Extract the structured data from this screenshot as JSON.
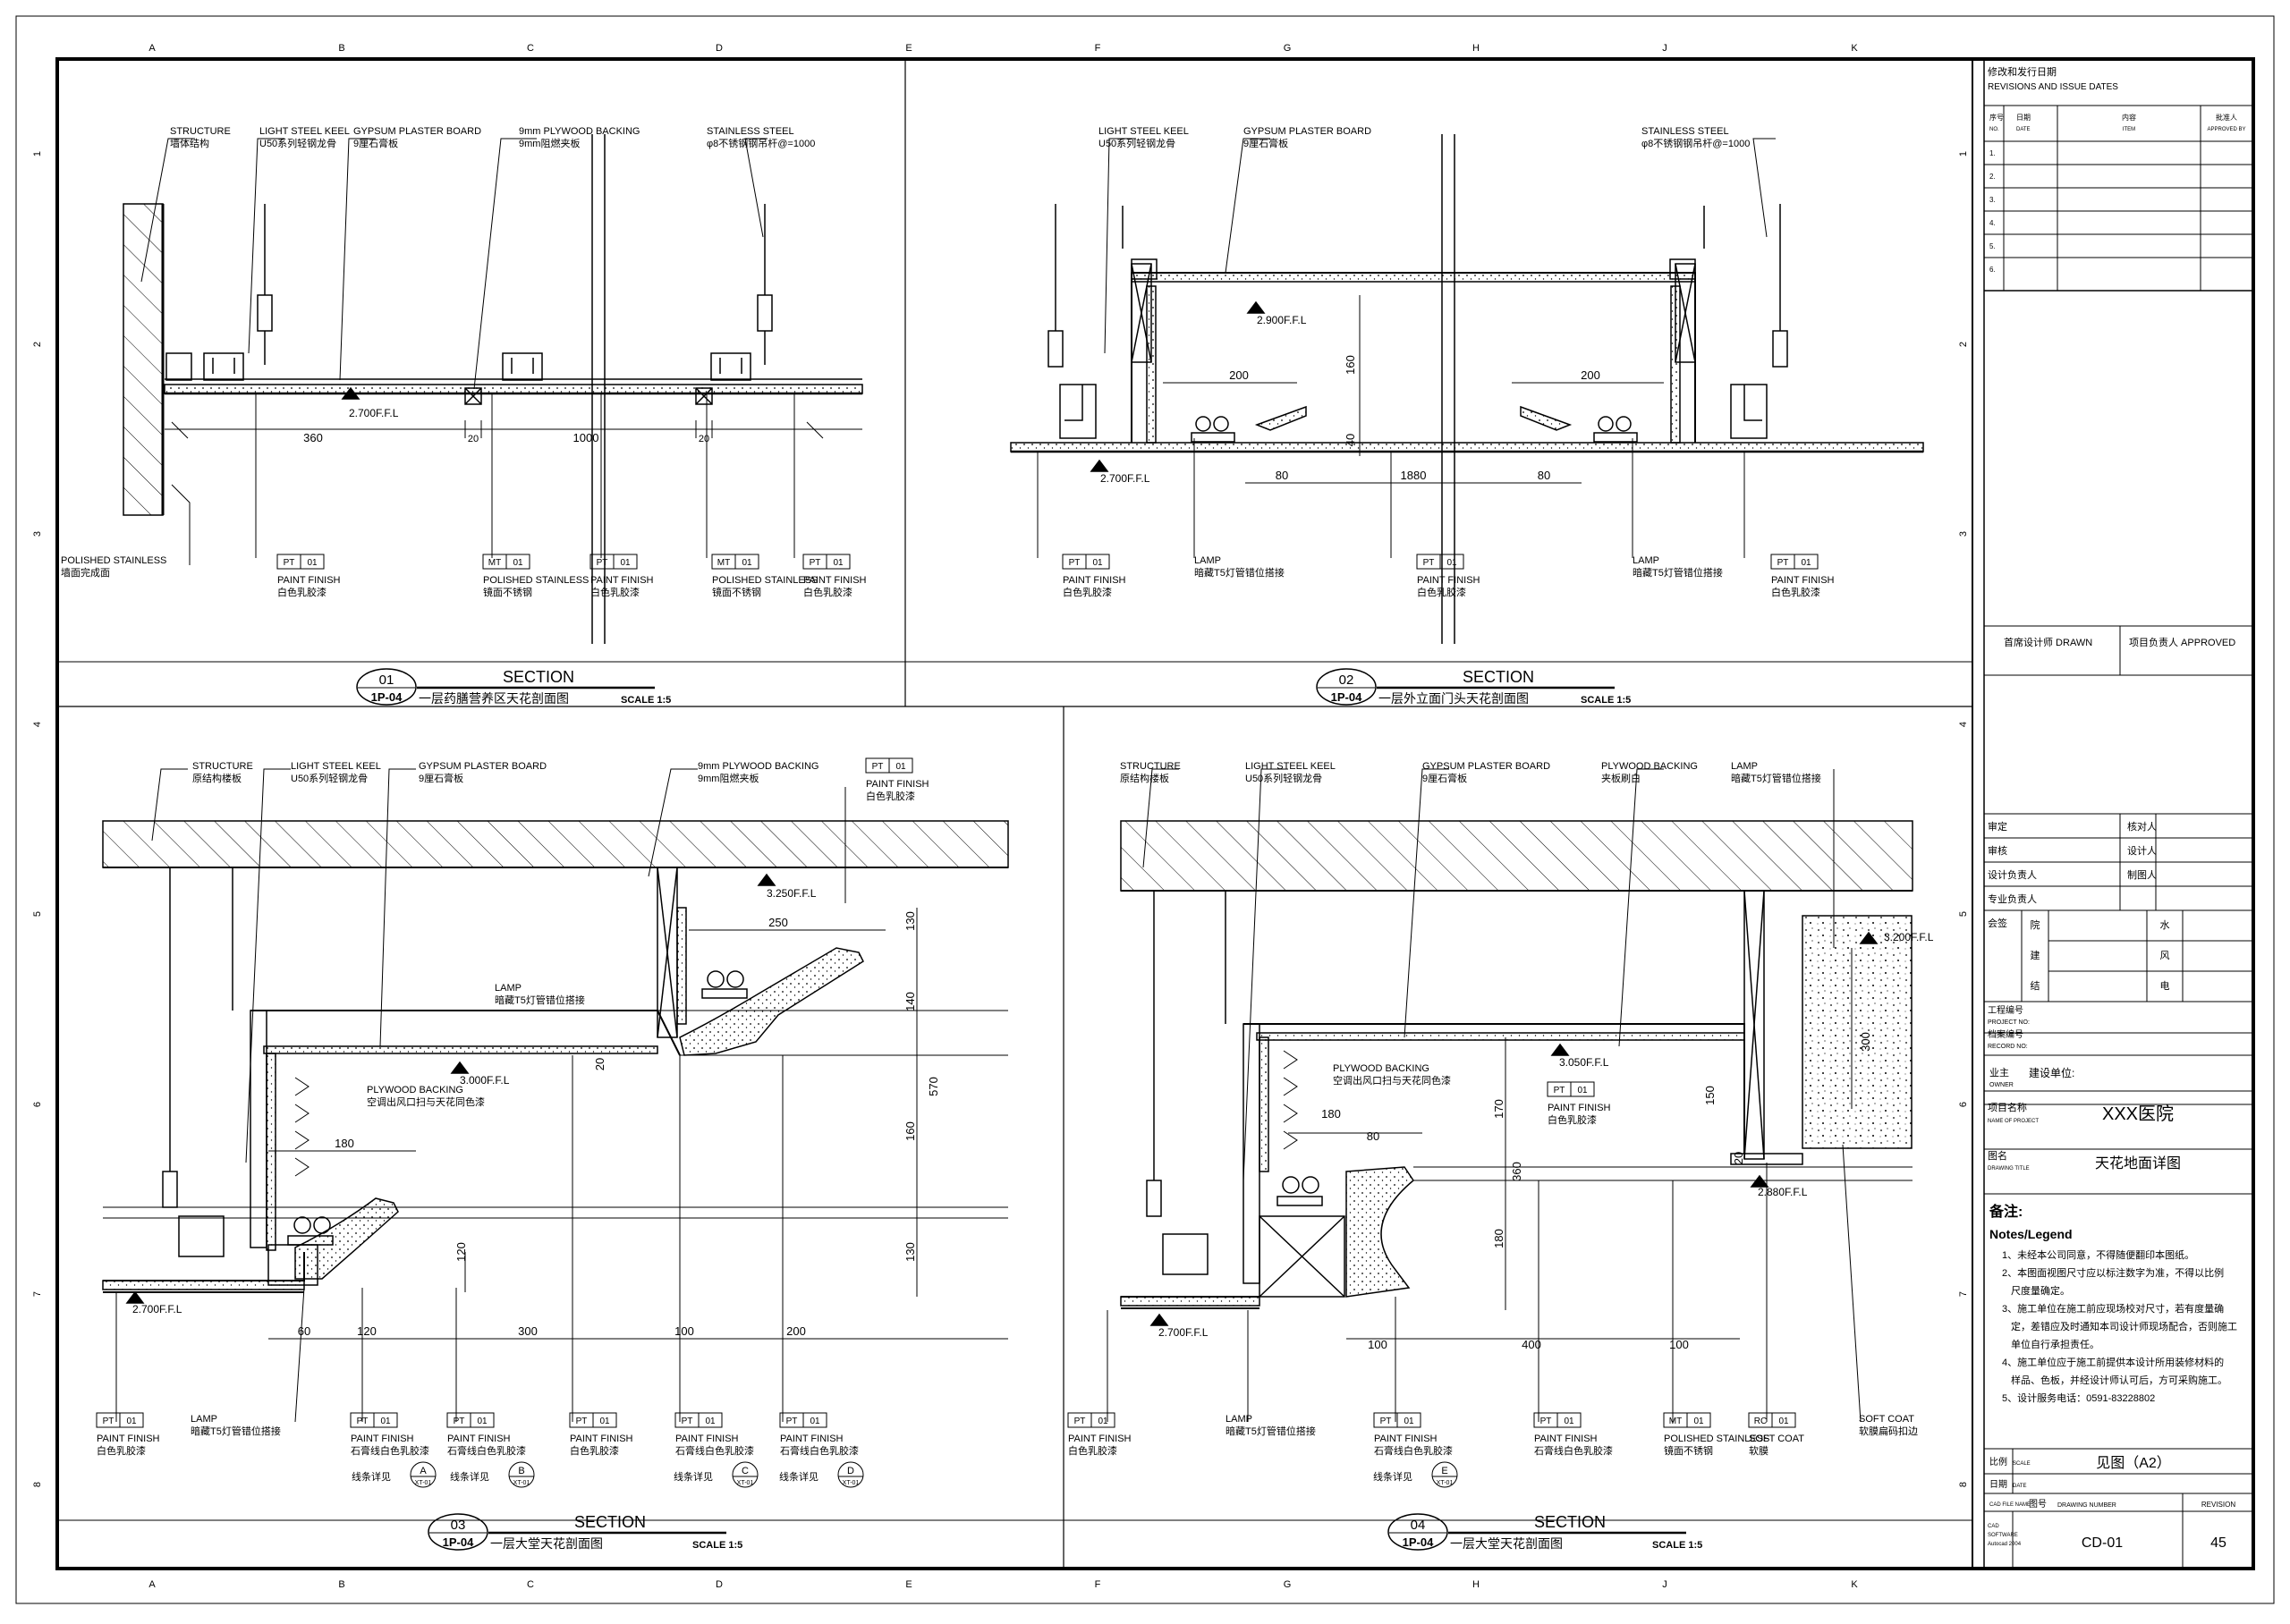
{
  "grid": {
    "cols": [
      "A",
      "B",
      "C",
      "D",
      "E",
      "F",
      "G",
      "H",
      "J",
      "K"
    ],
    "rows": [
      "1",
      "2",
      "3",
      "4",
      "5",
      "6",
      "7",
      "8"
    ]
  },
  "revisions": {
    "title_cn": "修改和发行日期",
    "title_en": "REVISIONS AND ISSUE DATES",
    "headers": [
      {
        "cn": "序号",
        "en": "NO."
      },
      {
        "cn": "日期",
        "en": "DATE"
      },
      {
        "cn": "内容",
        "en": "ITEM"
      },
      {
        "cn": "批准人",
        "en": "APPROVED BY"
      }
    ],
    "rows": [
      "1.",
      "2.",
      "3.",
      "4.",
      "5.",
      "6."
    ]
  },
  "titleblock": {
    "drawn": "首席设计师 DRAWN",
    "approved": "项目负责人 APPROVED",
    "sign_rows": [
      {
        "left": "审定",
        "right": "核对人"
      },
      {
        "left": "审核",
        "right": "设计人"
      },
      {
        "left": "设计负责人",
        "right": "制图人"
      },
      {
        "left": "专业负责人",
        "right": ""
      }
    ],
    "counter": {
      "label": "会签",
      "items": [
        [
          "院",
          "水"
        ],
        [
          "建",
          "风"
        ],
        [
          "结",
          "电"
        ]
      ]
    },
    "project_no": {
      "cn": "工程编号",
      "en": "PROJECT NO:"
    },
    "record_no": {
      "cn": "档案编号",
      "en": "RECORD NO:"
    },
    "owner": {
      "cn": "业主",
      "en": "OWNER",
      "value": "建设单位:"
    },
    "project_name": {
      "cn": "项目名称",
      "en": "NAME OF PROJECT",
      "value": "XXX医院"
    },
    "drawing_title": {
      "cn": "图名",
      "en": "DRAWING TITLE",
      "value": "天花地面详图"
    },
    "notes": {
      "title_cn": "备注:",
      "title_en": "Notes/Legend",
      "items": [
        "1、未经本公司同意，不得随便翻印本图纸。",
        "2、本图面视图尺寸应以标注数字为准，不得以比例",
        "尺度量确定。",
        "3、施工单位在施工前应现场校对尺寸，若有度量确",
        "定，差错应及时通知本司设计师现场配合，否则施工",
        "单位自行承担责任。",
        "4、施工单位应于施工前提供本设计所用装修材料的",
        "样品、色板，并经设计师认可后，方可采购施工。",
        "5、设计服务电话：0591-83228802"
      ]
    },
    "scale": {
      "cn": "比例",
      "en": "SCALE",
      "value": "见图（A2）"
    },
    "date": {
      "cn": "日期",
      "en": "DATE"
    },
    "cad_file": "CAD FILE NAME",
    "drawing_number_label": {
      "cn": "图号",
      "en": "DRAWING NUMBER"
    },
    "revision_label": "REVISION",
    "cad_software": [
      "CAD",
      "SOFTWARE",
      "Autocad 2004"
    ],
    "drawing_number": "CD-01",
    "revision": "45"
  },
  "sections": [
    {
      "num": "01",
      "ref": "1P-04",
      "title": "SECTION",
      "subtitle": "一层药膳营养区天花剖面图",
      "scale": "SCALE 1:5"
    },
    {
      "num": "02",
      "ref": "1P-04",
      "title": "SECTION",
      "subtitle": "一层外立面门头天花剖面图",
      "scale": "SCALE 1:5"
    },
    {
      "num": "03",
      "ref": "1P-04",
      "title": "SECTION",
      "subtitle": "一层大堂天花剖面图",
      "scale": "SCALE 1:5"
    },
    {
      "num": "04",
      "ref": "1P-04",
      "title": "SECTION",
      "subtitle": "一层大堂天花剖面图",
      "scale": "SCALE 1:5"
    }
  ],
  "s1": {
    "labels": [
      {
        "en": "STRUCTURE",
        "cn": "墙体结构"
      },
      {
        "en": "LIGHT STEEL KEEL",
        "cn": "U50系列轻钢龙骨"
      },
      {
        "en": "GYPSUM PLASTER BOARD",
        "cn": "9厘石膏板"
      },
      {
        "en": "9mm PLYWOOD BACKING",
        "cn": "9mm阻燃夹板"
      },
      {
        "en": "STAINLESS STEEL",
        "cn": "φ8不锈钢钢吊杆@=1000"
      }
    ],
    "level": "2.700F.F.L",
    "dims": [
      "360",
      "20",
      "1000",
      "20"
    ],
    "bottom": [
      {
        "en": "POLISHED STAINLESS",
        "cn": "墙面完成面"
      },
      {
        "tag": "PT",
        "code": "01",
        "en": "PAINT FINISH",
        "cn": "白色乳胶漆"
      },
      {
        "tag": "MT",
        "code": "01",
        "en": "POLISHED STAINLESS",
        "cn": "镜面不锈钢"
      },
      {
        "tag": "PT",
        "code": "01",
        "en": "PAINT FINISH",
        "cn": "白色乳胶漆"
      },
      {
        "tag": "MT",
        "code": "01",
        "en": "POLISHED STAINLESS",
        "cn": "镜面不锈钢"
      },
      {
        "tag": "PT",
        "code": "01",
        "en": "PAINT FINISH",
        "cn": "白色乳胶漆"
      }
    ]
  },
  "s2": {
    "labels": [
      {
        "en": "LIGHT STEEL KEEL",
        "cn": "U50系列轻钢龙骨"
      },
      {
        "en": "GYPSUM PLASTER BOARD",
        "cn": "9厘石膏板"
      },
      {
        "en": "STAINLESS STEEL",
        "cn": "φ8不锈钢钢吊杆@=1000"
      }
    ],
    "levels": [
      "2.900F.F.L",
      "2.700F.F.L"
    ],
    "dims": [
      "200",
      "200",
      "160",
      "40",
      "80",
      "1880",
      "80"
    ],
    "bottom": [
      {
        "tag": "PT",
        "code": "01",
        "en": "PAINT FINISH",
        "cn": "白色乳胶漆"
      },
      {
        "en": "LAMP",
        "cn": "暗藏T5灯管错位搭接"
      },
      {
        "tag": "PT",
        "code": "01",
        "en": "PAINT FINISH",
        "cn": "白色乳胶漆"
      },
      {
        "en": "LAMP",
        "cn": "暗藏T5灯管错位搭接"
      },
      {
        "tag": "PT",
        "code": "01",
        "en": "PAINT FINISH",
        "cn": "白色乳胶漆"
      }
    ]
  },
  "s3": {
    "labels": [
      {
        "en": "STRUCTURE",
        "cn": "原结构楼板"
      },
      {
        "en": "LIGHT STEEL KEEL",
        "cn": "U50系列轻钢龙骨"
      },
      {
        "en": "GYPSUM PLASTER BOARD",
        "cn": "9厘石膏板"
      },
      {
        "en": "9mm PLYWOOD BACKING",
        "cn": "9mm阻燃夹板"
      },
      {
        "tag": "PT",
        "code": "01",
        "en": "PAINT FINISH",
        "cn": "白色乳胶漆"
      }
    ],
    "levels": [
      "3.250F.F.L",
      "3.000F.F.L",
      "2.700F.F.L"
    ],
    "lamp": {
      "en": "LAMP",
      "cn": "暗藏T5灯管错位搭接"
    },
    "plywood": {
      "en": "PLYWOOD BACKING",
      "cn": "空调出风口扫与天花同色漆"
    },
    "dims_h": [
      "250",
      "180",
      "60",
      "120",
      "300",
      "100",
      "200"
    ],
    "dims_v": [
      "130",
      "140",
      "570",
      "160",
      "130",
      "20",
      "120"
    ],
    "bottom": [
      {
        "tag": "PT",
        "code": "01",
        "en": "PAINT FINISH",
        "cn": "白色乳胶漆"
      },
      {
        "en": "LAMP",
        "cn": "暗藏T5灯管错位搭接"
      },
      {
        "tag": "PT",
        "code": "01",
        "en": "PAINT FINISH",
        "cn": "石膏线白色乳胶漆"
      },
      {
        "tag": "PT",
        "code": "01",
        "en": "PAINT FINISH",
        "cn": "石膏线白色乳胶漆"
      },
      {
        "tag": "PT",
        "code": "01",
        "en": "PAINT FINISH",
        "cn": "白色乳胶漆"
      },
      {
        "tag": "PT",
        "code": "01",
        "en": "PAINT FINISH",
        "cn": "石膏线白色乳胶漆"
      },
      {
        "tag": "PT",
        "code": "01",
        "en": "PAINT FINISH",
        "cn": "石膏线白色乳胶漆"
      }
    ],
    "details": [
      {
        "label": "线条详见",
        "letter": "A",
        "ref": "XT-01"
      },
      {
        "label": "线条详见",
        "letter": "B",
        "ref": "XT-01"
      },
      {
        "label": "线条详见",
        "letter": "C",
        "ref": "XT-01"
      },
      {
        "label": "线条详见",
        "letter": "D",
        "ref": "XT-01"
      }
    ]
  },
  "s4": {
    "labels": [
      {
        "en": "STRUCTURE",
        "cn": "原结构楼板"
      },
      {
        "en": "LIGHT STEEL KEEL",
        "cn": "U50系列轻钢龙骨"
      },
      {
        "en": "GYPSUM PLASTER BOARD",
        "cn": "9厘石膏板"
      },
      {
        "en": "PLYWOOD BACKING",
        "cn": "夹板刷白"
      },
      {
        "en": "LAMP",
        "cn": "暗藏T5灯管错位搭接"
      }
    ],
    "levels": [
      "3.200F.F.L",
      "3.050F.F.L",
      "2.880F.F.L",
      "2.700F.F.L"
    ],
    "plywood": {
      "en": "PLYWOOD BACKING",
      "cn": "空调出风口扫与天花同色漆"
    },
    "pt_mid": {
      "tag": "PT",
      "code": "01",
      "en": "PAINT FINISH",
      "cn": "白色乳胶漆"
    },
    "dims_h": [
      "180",
      "80",
      "100",
      "400",
      "100"
    ],
    "dims_v": [
      "170",
      "150",
      "360",
      "180",
      "20",
      "300"
    ],
    "bottom": [
      {
        "tag": "PT",
        "code": "01",
        "en": "PAINT FINISH",
        "cn": "白色乳胶漆"
      },
      {
        "en": "LAMP",
        "cn": "暗藏T5灯管错位搭接"
      },
      {
        "tag": "PT",
        "code": "01",
        "en": "PAINT FINISH",
        "cn": "石膏线白色乳胶漆"
      },
      {
        "tag": "PT",
        "code": "01",
        "en": "PAINT FINISH",
        "cn": "石膏线白色乳胶漆"
      },
      {
        "tag": "MT",
        "code": "01",
        "en": "POLISHED STAINLESS",
        "cn": "镜面不锈钢"
      },
      {
        "tag": "RC",
        "code": "01",
        "en": "SOFT COAT",
        "cn": "软膜"
      },
      {
        "en": "SOFT COAT",
        "cn": "软膜扁码扣边"
      }
    ],
    "details": [
      {
        "label": "线条详见",
        "letter": "E",
        "ref": "XT-01"
      }
    ]
  }
}
